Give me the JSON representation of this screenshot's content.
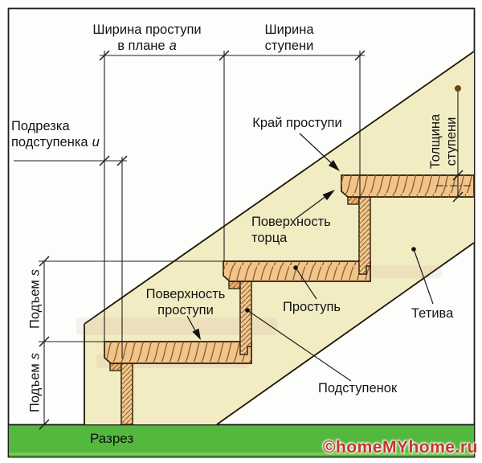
{
  "diagram": {
    "type": "staircase-section",
    "dimensions": {
      "tread_width_plan": {
        "line1": "Ширина проступи",
        "line2": "в плане",
        "var": "a"
      },
      "step_width": {
        "line1": "Ширина",
        "line2": "ступени"
      },
      "riser_undercut": {
        "line1": "Подрезка",
        "line2": "подступенка",
        "var": "u"
      },
      "rise": {
        "text": "Подъем",
        "var": "s"
      },
      "tread_thickness": {
        "line1": "Толщина",
        "line2": "ступени"
      }
    },
    "parts": {
      "tread_edge": "Край проступи",
      "end_surface_line1": "Поверхность",
      "end_surface_line2": "торца",
      "tread_surface_line1": "Поверхность",
      "tread_surface_line2": "проступи",
      "tread": "Проступь",
      "stringer": "Тетива",
      "riser": "Подступенок",
      "section": "Разрез"
    },
    "watermark": "©homeMYhome.ru",
    "colors": {
      "stringer_fill": "#f2ecc3",
      "tread_fill": "#f0c58d",
      "riser_fill": "#efc997",
      "wood_grain": "#8d5a1e",
      "ground_green": "#55b83e",
      "watermark_red": "#c5372c",
      "line_ink": "#1c1c1c"
    }
  }
}
